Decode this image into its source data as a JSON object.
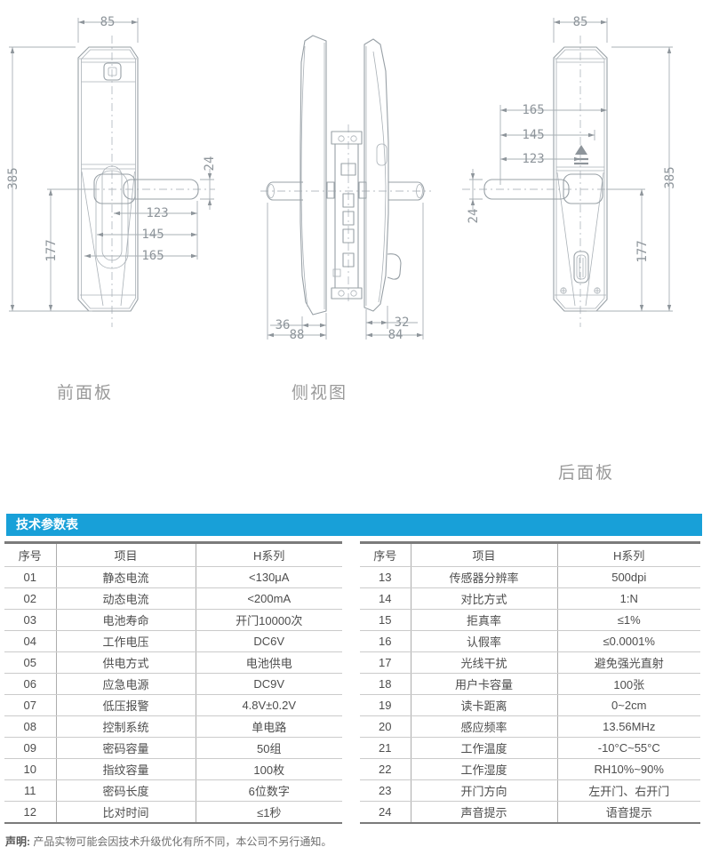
{
  "colors": {
    "accent": "#18a0d8"
  },
  "drawings": {
    "front": {
      "label": "前面板",
      "dims": {
        "width": "85",
        "height": "385",
        "handle_to_bottom": "177",
        "handle_thickness": "24",
        "dim_123": "123",
        "dim_145": "145",
        "dim_165": "165"
      }
    },
    "side": {
      "label": "侧视图",
      "dims": {
        "front_panel_depth": "36",
        "front_total_depth": "88",
        "back_panel_depth": "32",
        "back_total_depth": "84"
      }
    },
    "back": {
      "label": "后面板",
      "dims": {
        "width": "85",
        "height": "385",
        "handle_to_bottom": "177",
        "handle_thickness": "24",
        "dim_123": "123",
        "dim_145": "145",
        "dim_165": "165"
      }
    }
  },
  "spec_table": {
    "title": "技术参数表",
    "headers": [
      "序号",
      "项目",
      "H系列"
    ],
    "left_rows": [
      [
        "01",
        "静态电流",
        "<130μA"
      ],
      [
        "02",
        "动态电流",
        "<200mA"
      ],
      [
        "03",
        "电池寿命",
        "开门10000次"
      ],
      [
        "04",
        "工作电压",
        "DC6V"
      ],
      [
        "05",
        "供电方式",
        "电池供电"
      ],
      [
        "06",
        "应急电源",
        "DC9V"
      ],
      [
        "07",
        "低压报警",
        "4.8V±0.2V"
      ],
      [
        "08",
        "控制系统",
        "单电路"
      ],
      [
        "09",
        "密码容量",
        "50组"
      ],
      [
        "10",
        "指纹容量",
        "100枚"
      ],
      [
        "11",
        "密码长度",
        "6位数字"
      ],
      [
        "12",
        "比对时间",
        "≤1秒"
      ]
    ],
    "right_rows": [
      [
        "13",
        "传感器分辨率",
        "500dpi"
      ],
      [
        "14",
        "对比方式",
        "1:N"
      ],
      [
        "15",
        "拒真率",
        "≤1%"
      ],
      [
        "16",
        "认假率",
        "≤0.0001%"
      ],
      [
        "17",
        "光线干扰",
        "避免强光直射"
      ],
      [
        "18",
        "用户卡容量",
        "100张"
      ],
      [
        "19",
        "读卡距离",
        "0~2cm"
      ],
      [
        "20",
        "感应频率",
        "13.56MHz"
      ],
      [
        "21",
        "工作温度",
        "-10°C~55°C"
      ],
      [
        "22",
        "工作湿度",
        "RH10%~90%"
      ],
      [
        "23",
        "开门方向",
        "左开门、右开门"
      ],
      [
        "24",
        "声音提示",
        "语音提示"
      ]
    ]
  },
  "footnote": {
    "label": "声明:",
    "text": "产品实物可能会因技术升级优化有所不同，本公司不另行通知。"
  }
}
